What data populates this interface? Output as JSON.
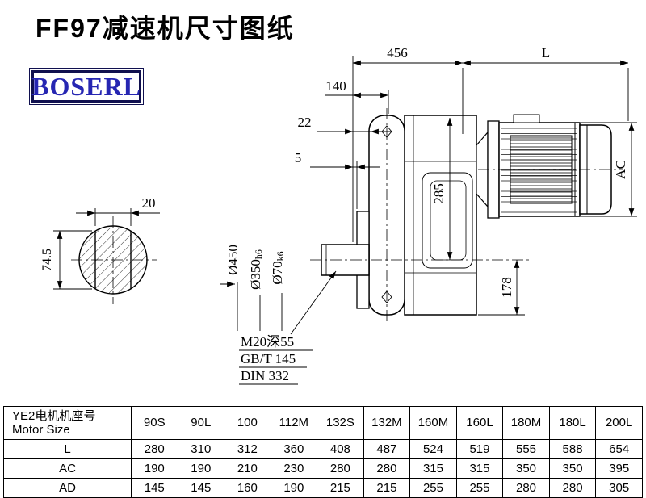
{
  "header": {
    "title": "FF97减速机尺寸图纸",
    "logo": "BOSERL"
  },
  "colors": {
    "logo_text": "#2626b2",
    "logo_border": "#10104f",
    "line": "#000000"
  },
  "drawing": {
    "dims": {
      "top_456": "456",
      "top_L": "L",
      "d140": "140",
      "d22": "22",
      "d5": "5",
      "d285": "285",
      "d178": "178",
      "ac": "AC",
      "d20": "20",
      "d74_5": "74.5",
      "dia450": "Ø450",
      "dia350": "Ø350",
      "dia350_fit": "h6",
      "dia70": "Ø70",
      "dia70_fit": "k6",
      "tap_hole": "M20深55",
      "standard_gb": "GB/T 145",
      "standard_din": "DIN 332"
    }
  },
  "table": {
    "header_cn": "YE2电机机座号",
    "header_en": "Motor Size",
    "columns": [
      "90S",
      "90L",
      "100",
      "112M",
      "132S",
      "132M",
      "160M",
      "160L",
      "180M",
      "180L",
      "200L"
    ],
    "rows": [
      {
        "label": "L",
        "values": [
          "280",
          "310",
          "312",
          "360",
          "408",
          "487",
          "524",
          "519",
          "555",
          "588",
          "654"
        ]
      },
      {
        "label": "AC",
        "values": [
          "190",
          "190",
          "210",
          "230",
          "280",
          "280",
          "315",
          "315",
          "350",
          "350",
          "395"
        ]
      },
      {
        "label": "AD",
        "values": [
          "145",
          "145",
          "160",
          "190",
          "215",
          "215",
          "255",
          "255",
          "280",
          "280",
          "305"
        ]
      }
    ]
  }
}
